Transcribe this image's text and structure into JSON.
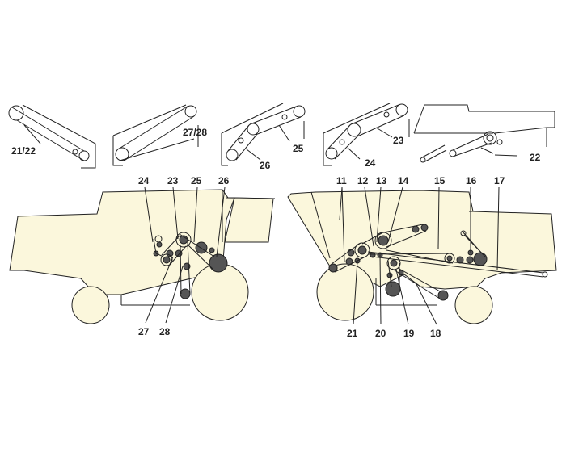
{
  "labels": {
    "l_21_22": "21/22",
    "l_27_28": "27/28",
    "l_25_top": "25",
    "l_26_top": "26",
    "l_24_top": "24",
    "l_23_top": "23",
    "l_22_top": "22",
    "left": [
      "24",
      "23",
      "25",
      "26",
      "27",
      "28"
    ],
    "right": [
      "11",
      "12",
      "13",
      "14",
      "15",
      "16",
      "17",
      "21",
      "20",
      "19",
      "18"
    ]
  },
  "colors": {
    "body": "#fbf7dc",
    "line": "#222222",
    "pulley": "#555555"
  }
}
